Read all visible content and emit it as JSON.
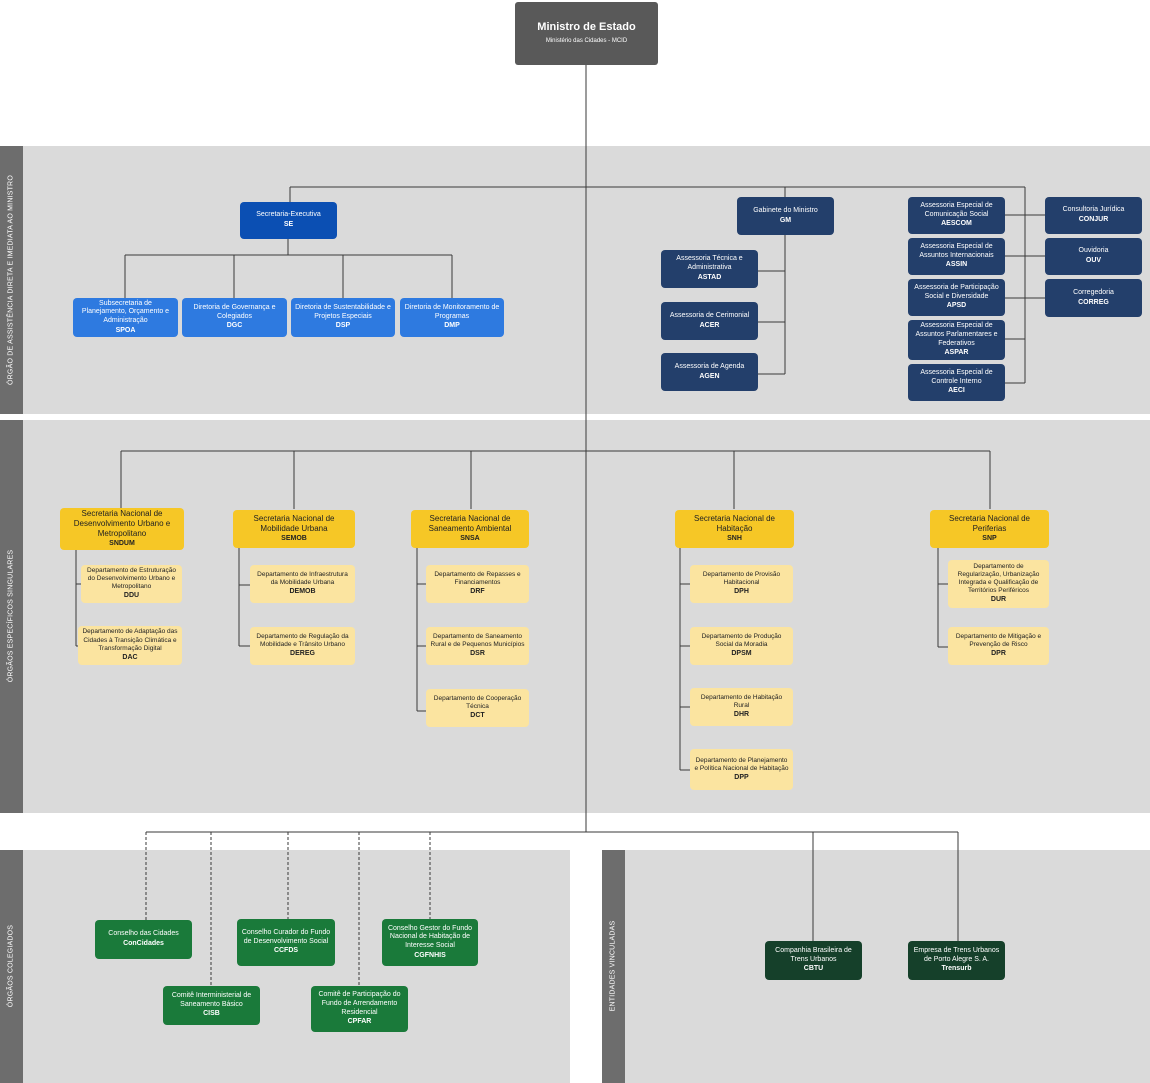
{
  "colors": {
    "minister": "#595959",
    "executive": "#0b4fb3",
    "executive_units": "#2e7ae0",
    "cabinet": "#233f6b",
    "secretariat": "#f6c726",
    "department": "#fbe4a0",
    "collegiate": "#1a7a3a",
    "entities": "#15402a",
    "panel": "#dadada",
    "sidebar": "#6d6d6d"
  },
  "ministro": {
    "name": "Ministro de Estado",
    "abbr": "Ministério das Cidades - MCID"
  },
  "section_labels": {
    "direct": "ÓRGÃO DE ASSISTÊNCIA DIRETA E IMEDIATA AO MINISTRO",
    "specific": "ÓRGÃOS ESPECÍFICOS SINGULARES",
    "collegiate": "ÓRGÃOS COLEGIADOS",
    "entities": "ENTIDADES VINCULADAS"
  },
  "sec_exec": {
    "name": "Secretaria-Executiva",
    "abbr": "SE"
  },
  "exec_units": [
    {
      "name": "Subsecretaria de Planejamento, Orçamento e Administração",
      "abbr": "SPOA"
    },
    {
      "name": "Diretoria de Governança e Colegiados",
      "abbr": "DGC"
    },
    {
      "name": "Diretoria de Sustentabilidade e Projetos Especiais",
      "abbr": "DSP"
    },
    {
      "name": "Diretoria de Monitoramento de Programas",
      "abbr": "DMP"
    }
  ],
  "gabinete": {
    "name": "Gabinete do Ministro",
    "abbr": "GM"
  },
  "gm_units": [
    {
      "name": "Assessoria Técnica e Administrativa",
      "abbr": "ASTAD"
    },
    {
      "name": "Assessoria de Cerimonial",
      "abbr": "ACER"
    },
    {
      "name": "Assessoria de Agenda",
      "abbr": "AGEN"
    }
  ],
  "assessorias": [
    {
      "name": "Assessoria Especial de Comunicação Social",
      "abbr": "AESCOM"
    },
    {
      "name": "Assessoria Especial de Assuntos Internacionais",
      "abbr": "ASSIN"
    },
    {
      "name": "Assessoria de Participação Social e Diversidade",
      "abbr": "APSD"
    },
    {
      "name": "Assessoria Especial de Assuntos Parlamentares e Federativos",
      "abbr": "ASPAR"
    },
    {
      "name": "Assessoria Especial de Controle Interno",
      "abbr": "AECI"
    }
  ],
  "right_units": [
    {
      "name": "Consultoria Jurídica",
      "abbr": "CONJUR"
    },
    {
      "name": "Ouvidoria",
      "abbr": "OUV"
    },
    {
      "name": "Corregedoria",
      "abbr": "CORREG"
    }
  ],
  "secretarias": [
    {
      "name": "Secretaria Nacional de Desenvolvimento Urbano e Metropolitano",
      "abbr": "SNDUM",
      "depts": [
        {
          "name": "Departamento de Estruturação do Desenvolvimento Urbano e Metropolitano",
          "abbr": "DDU"
        },
        {
          "name": "Departamento de Adaptação das Cidades à Transição Climática e Transformação Digital",
          "abbr": "DAC"
        }
      ]
    },
    {
      "name": "Secretaria Nacional de Mobilidade Urbana",
      "abbr": "SEMOB",
      "depts": [
        {
          "name": "Departamento de Infraestrutura da Mobilidade Urbana",
          "abbr": "DEMOB"
        },
        {
          "name": "Departamento de Regulação da Mobilidade e Trânsito Urbano",
          "abbr": "DEREG"
        }
      ]
    },
    {
      "name": "Secretaria Nacional de Saneamento Ambiental",
      "abbr": "SNSA",
      "depts": [
        {
          "name": "Departamento de Repasses e Financiamentos",
          "abbr": "DRF"
        },
        {
          "name": "Departamento de Saneamento Rural e de Pequenos Municípios",
          "abbr": "DSR"
        },
        {
          "name": "Departamento de Cooperação Técnica",
          "abbr": "DCT"
        }
      ]
    },
    {
      "name": "Secretaria Nacional de Habitação",
      "abbr": "SNH",
      "depts": [
        {
          "name": "Departamento de Provisão Habitacional",
          "abbr": "DPH"
        },
        {
          "name": "Departamento de Produção Social da Moradia",
          "abbr": "DPSM"
        },
        {
          "name": "Departamento de Habitação Rural",
          "abbr": "DHR"
        },
        {
          "name": "Departamento de Planejamento e Política Nacional de Habitação",
          "abbr": "DPP"
        }
      ]
    },
    {
      "name": "Secretaria Nacional de Periferias",
      "abbr": "SNP",
      "depts": [
        {
          "name": "Departamento de Regularização, Urbanização Integrada e Qualificação de Territórios Periféricos",
          "abbr": "DUR"
        },
        {
          "name": "Departamento de Mitigação e Prevenção de Risco",
          "abbr": "DPR"
        }
      ]
    }
  ],
  "colegiados": [
    {
      "name": "Conselho das Cidades",
      "abbr": "ConCidades"
    },
    {
      "name": "Comitê Interministerial de Saneamento Básico",
      "abbr": "CISB"
    },
    {
      "name": "Conselho Curador do Fundo de Desenvolvimento Social",
      "abbr": "CCFDS"
    },
    {
      "name": "Comitê de Participação do Fundo de Arrendamento Residencial",
      "abbr": "CPFAR"
    },
    {
      "name": "Conselho Gestor do Fundo Nacional de Habitação de Interesse Social",
      "abbr": "CGFNHIS"
    }
  ],
  "vinculadas": [
    {
      "name": "Companhia Brasileira de Trens Urbanos",
      "abbr": "CBTU"
    },
    {
      "name": "Empresa de Trens Urbanos de Porto Alegre S. A.",
      "abbr": "Trensurb"
    }
  ]
}
